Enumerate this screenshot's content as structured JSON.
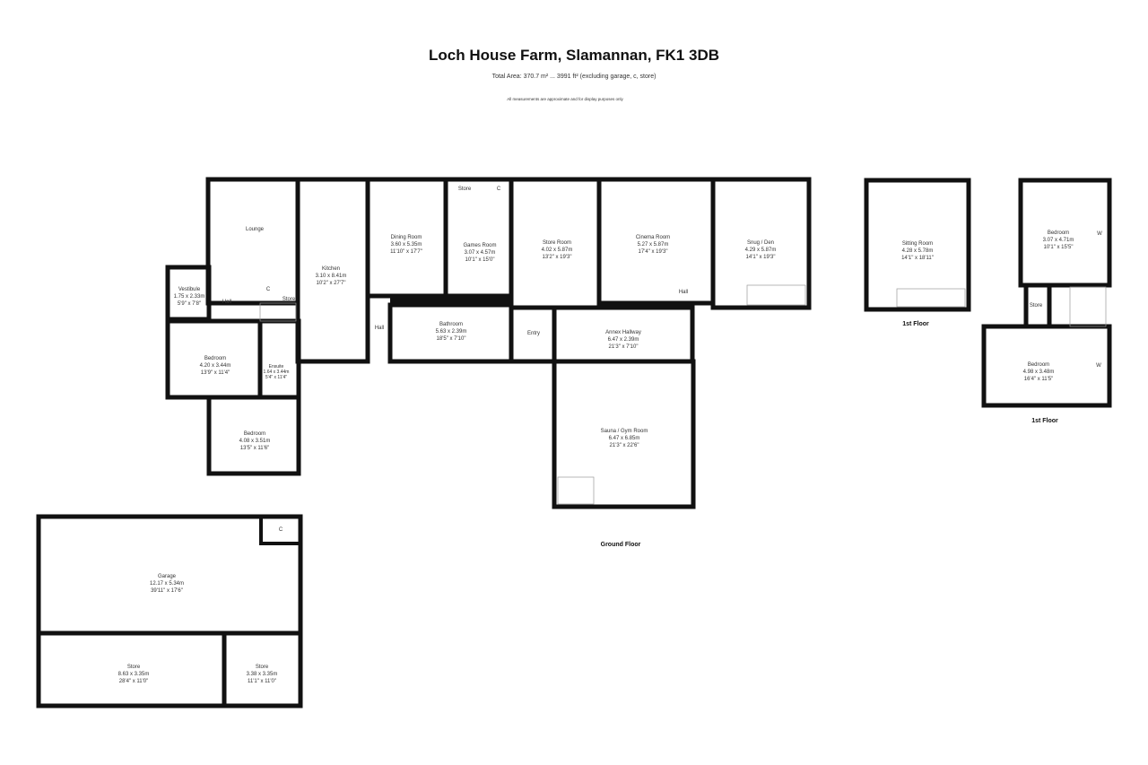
{
  "header": {
    "title": "Loch House Farm, Slamannan, FK1 3DB",
    "total_area": "Total Area: 370.7 m² ... 3991 ft² (excluding garage, c, store)",
    "disclaimer": "All measurements are approximate and for display purposes only"
  },
  "rooms": [
    {
      "name": "Lounge"
    },
    {
      "name": "Vestibule",
      "m": "1.75 x 2.33m",
      "ft": "5'9\" x 7'8\""
    },
    {
      "name": "Kitchen",
      "m": "3.10 x 8.41m",
      "ft": "10'2\" x 27'7\""
    },
    {
      "name": "Dining Room",
      "m": "3.60 x 5.35m",
      "ft": "11'10\" x 17'7\""
    },
    {
      "name": "Games Room",
      "m": "3.07 x 4.57m",
      "ft": "10'1\" x 15'0\""
    },
    {
      "name": "Bathroom",
      "m": "5.63 x 2.39m",
      "ft": "18'5\" x 7'10\""
    },
    {
      "name": "Bedroom",
      "m": "4.20 x 3.44m",
      "ft": "13'9\" x 11'4\""
    },
    {
      "name": "Ensuite",
      "m": "1.64 x 3.44m",
      "ft": "5'4\" x 11'4\""
    },
    {
      "name": "Bedroom",
      "m": "4.08 x 3.51m",
      "ft": "13'5\" x 11'6\""
    },
    {
      "name": "Store Room",
      "m": "4.02 x 5.87m",
      "ft": "13'2\" x 19'3\""
    },
    {
      "name": "Cinema Room",
      "m": "5.27 x 5.87m",
      "ft": "17'4\" x 19'3\""
    },
    {
      "name": "Snug / Den",
      "m": "4.29 x 5.87m",
      "ft": "14'1\" x 19'3\""
    },
    {
      "name": "Annex Hallway",
      "m": "6.47 x 2.39m",
      "ft": "21'3\" x 7'10\""
    },
    {
      "name": "Sauna / Gym Room",
      "m": "6.47 x 6.85m",
      "ft": "21'3\" x 22'6\""
    },
    {
      "name": "Sitting Room",
      "m": "4.28 x 5.78m",
      "ft": "14'1\" x 18'11\""
    },
    {
      "name": "Bedroom",
      "m": "3.07 x 4.71m",
      "ft": "10'1\" x 15'5\""
    },
    {
      "name": "Bedroom",
      "m": "4.98 x 3.48m",
      "ft": "16'4\" x 11'5\""
    },
    {
      "name": "Garage",
      "m": "12.17 x 5.34m",
      "ft": "39'11\" x 17'6\""
    },
    {
      "name": "Store",
      "m": "8.63 x 3.35m",
      "ft": "28'4\" x 11'0\""
    },
    {
      "name": "Store",
      "m": "3.38 x 3.35m",
      "ft": "11'1\" x 11'0\""
    }
  ],
  "small_labels": {
    "hall": "Hall",
    "store": "Store",
    "c": "C",
    "entry": "Entry",
    "w": "W"
  },
  "floors": {
    "ground": "Ground Floor",
    "first": "1st Floor"
  }
}
